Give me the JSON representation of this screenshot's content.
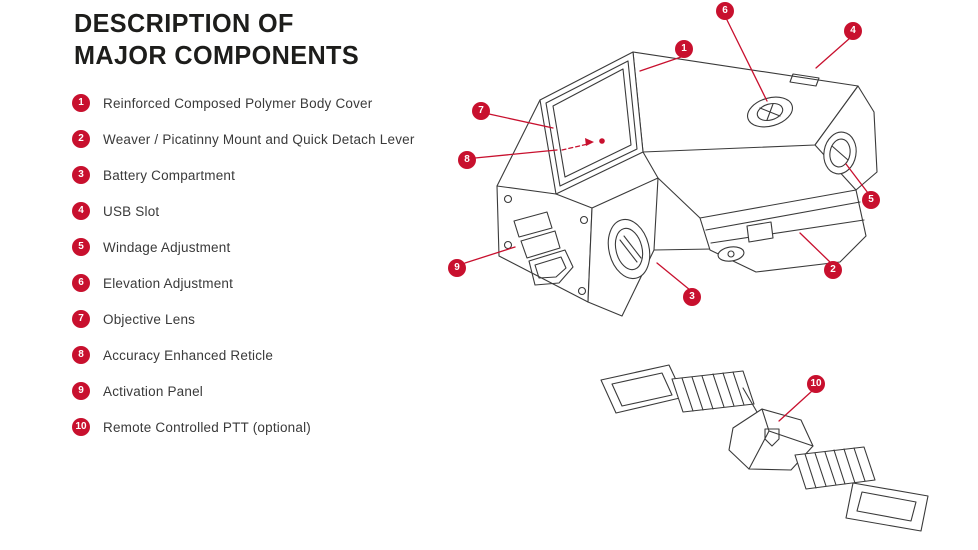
{
  "title": {
    "line1": "DESCRIPTION OF",
    "line2": "MAJOR COMPONENTS"
  },
  "colors": {
    "accent_red": "#c8102e",
    "ink": "#1d1d1b",
    "drawing_line": "#3a3a3a"
  },
  "legend": {
    "items": [
      {
        "number": "1",
        "label": "Reinforced Composed Polymer Body Cover"
      },
      {
        "number": "2",
        "label": "Weaver / Picatinny Mount and Quick Detach Lever"
      },
      {
        "number": "3",
        "label": "Battery Compartment"
      },
      {
        "number": "4",
        "label": "USB Slot"
      },
      {
        "number": "5",
        "label": "Windage Adjustment"
      },
      {
        "number": "6",
        "label": "Elevation Adjustment"
      },
      {
        "number": "7",
        "label": "Objective Lens"
      },
      {
        "number": "8",
        "label": "Accuracy Enhanced Reticle"
      },
      {
        "number": "9",
        "label": "Activation Panel"
      },
      {
        "number": "10",
        "label": "Remote Controlled PTT (optional)"
      }
    ]
  }
}
